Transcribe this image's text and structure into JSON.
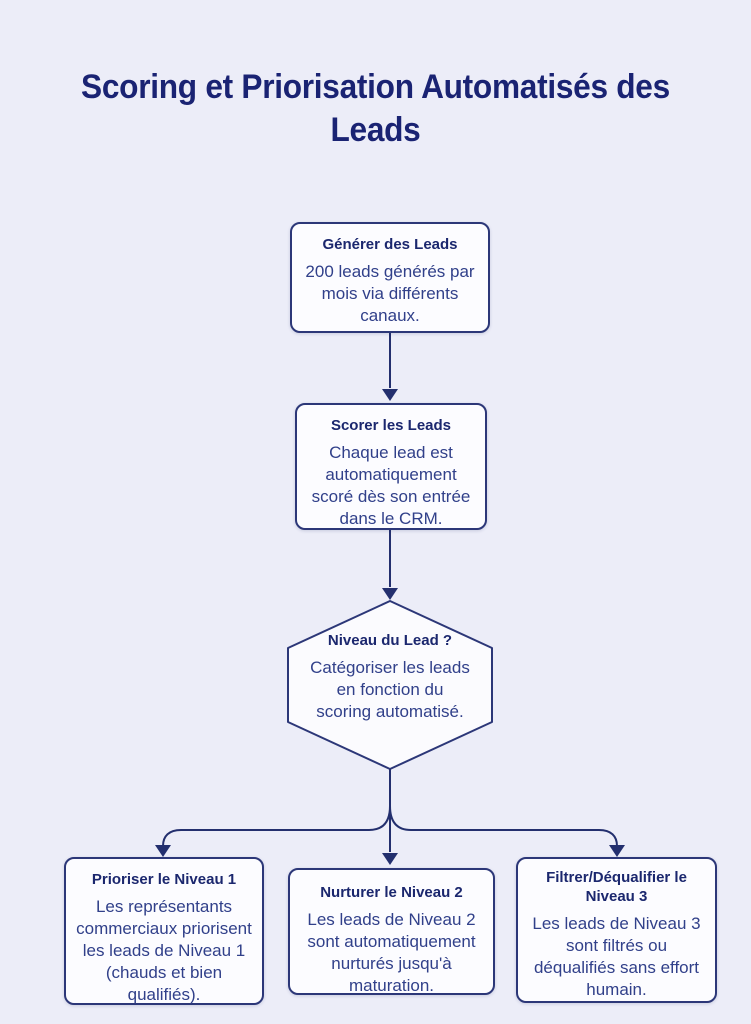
{
  "title": "Scoring et Priorisation Automatisés des\nLeads",
  "colors": {
    "background": "#ecedf8",
    "node_fill": "#fcfcff",
    "node_border": "#2c3778",
    "heading_text": "#1b276e",
    "body_text": "#31408a",
    "arrow": "#232f6e",
    "title_text": "#1a2373"
  },
  "nodes": {
    "generate": {
      "title": "Générer des Leads",
      "body": "200 leads générés par mois via différents canaux."
    },
    "score": {
      "title": "Scorer les Leads",
      "body": "Chaque lead est automatiquement scoré dès son entrée dans le CRM."
    },
    "decision": {
      "title": "Niveau du Lead ?",
      "body": "Catégoriser les leads en fonction du scoring automatisé."
    },
    "tier1": {
      "title": "Prioriser le Niveau 1",
      "body": "Les représentants commerciaux priorisent les leads de Niveau 1 (chauds et bien qualifiés)."
    },
    "tier2": {
      "title": "Nurturer le Niveau 2",
      "body": "Les leads de Niveau 2 sont automatiquement nurturés jusqu'à maturation."
    },
    "tier3": {
      "title": "Filtrer/Déqualifier le Niveau 3",
      "body": "Les leads de Niveau 3 sont filtrés ou déqualifiés sans effort humain."
    }
  }
}
